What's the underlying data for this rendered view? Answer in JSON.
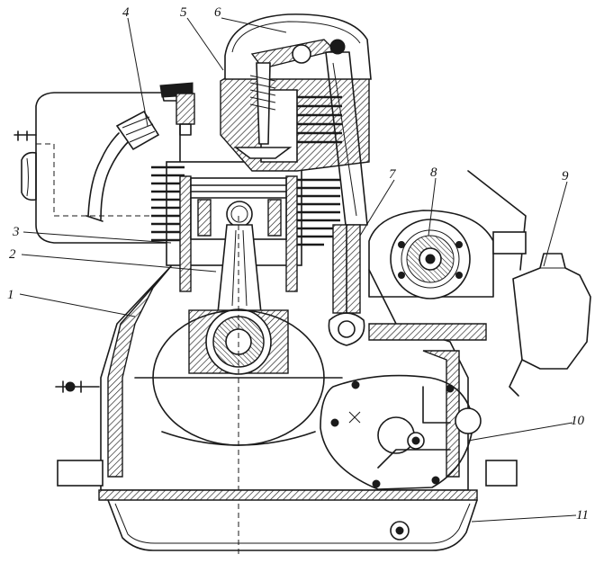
{
  "figure": {
    "callouts": [
      {
        "id": "1",
        "label": "1"
      },
      {
        "id": "2",
        "label": "2"
      },
      {
        "id": "3",
        "label": "3"
      },
      {
        "id": "4",
        "label": "4"
      },
      {
        "id": "5",
        "label": "5"
      },
      {
        "id": "6",
        "label": "6"
      },
      {
        "id": "7",
        "label": "7"
      },
      {
        "id": "8",
        "label": "8"
      },
      {
        "id": "9",
        "label": "9"
      },
      {
        "id": "10",
        "label": "10"
      },
      {
        "id": "11",
        "label": "11"
      }
    ]
  }
}
